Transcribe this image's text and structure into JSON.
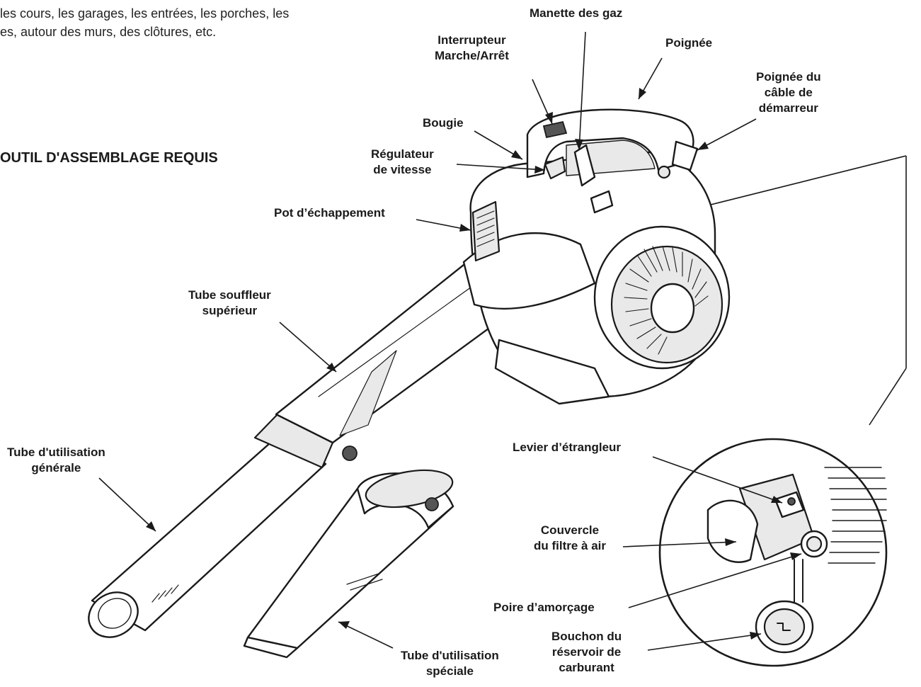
{
  "intro": {
    "line1": "les cours, les garages, les entrées, les porches, les",
    "line2": "es, autour des murs, des clôtures, etc."
  },
  "heading": "OUTIL D'ASSEMBLAGE REQUIS",
  "labels": {
    "manette_des_gaz": [
      "Manette des gaz"
    ],
    "interrupteur": [
      "Interrupteur",
      "Marche/Arrêt"
    ],
    "poignee": [
      "Poignée"
    ],
    "poignee_cable": [
      "Poignée du",
      "câble de",
      "démarreur"
    ],
    "bougie": [
      "Bougie"
    ],
    "regulateur": [
      "Régulateur",
      "de vitesse"
    ],
    "pot_echappement": [
      "Pot d’échappement"
    ],
    "tube_souffleur": [
      "Tube souffleur",
      "supérieur"
    ],
    "tube_general": [
      "Tube d'utilisation",
      "générale"
    ],
    "tube_special": [
      "Tube d'utilisation",
      "spéciale"
    ],
    "levier_etrangleur": [
      "Levier d’étrangleur"
    ],
    "couvercle_filtre": [
      "Couvercle",
      "du filtre à air"
    ],
    "poire_amorcage": [
      "Poire d’amorçage"
    ],
    "bouchon_reservoir": [
      "Bouchon du",
      "réservoir de",
      "carburant"
    ]
  },
  "colors": {
    "ink": "#1a1a1a",
    "shade": "#e9e9e9",
    "background": "#ffffff"
  }
}
